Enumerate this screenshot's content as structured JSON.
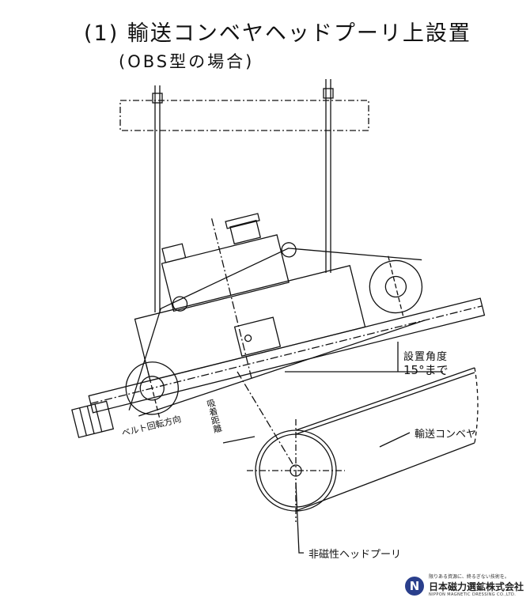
{
  "title": "(1) 輸送コンベヤヘッドプーリ上設置",
  "subtitle": "(OBS型の場合)",
  "labels": {
    "install_angle": "設置角度",
    "angle_value": "15°まで",
    "transport_conveyor": "輸送コンベヤ",
    "head_pulley": "非磁性ヘッドプーリ",
    "belt_direction": "ベルト回転方向",
    "gap": "吸着距離"
  },
  "logo": {
    "tagline": "限りある資源に、終るぎない技術を。",
    "name": "日本磁力選鉱株式会社",
    "english": "NIPPON MAGNETIC DRESSING CO.,LTD."
  },
  "icons": [
    "company-logo-icon"
  ]
}
